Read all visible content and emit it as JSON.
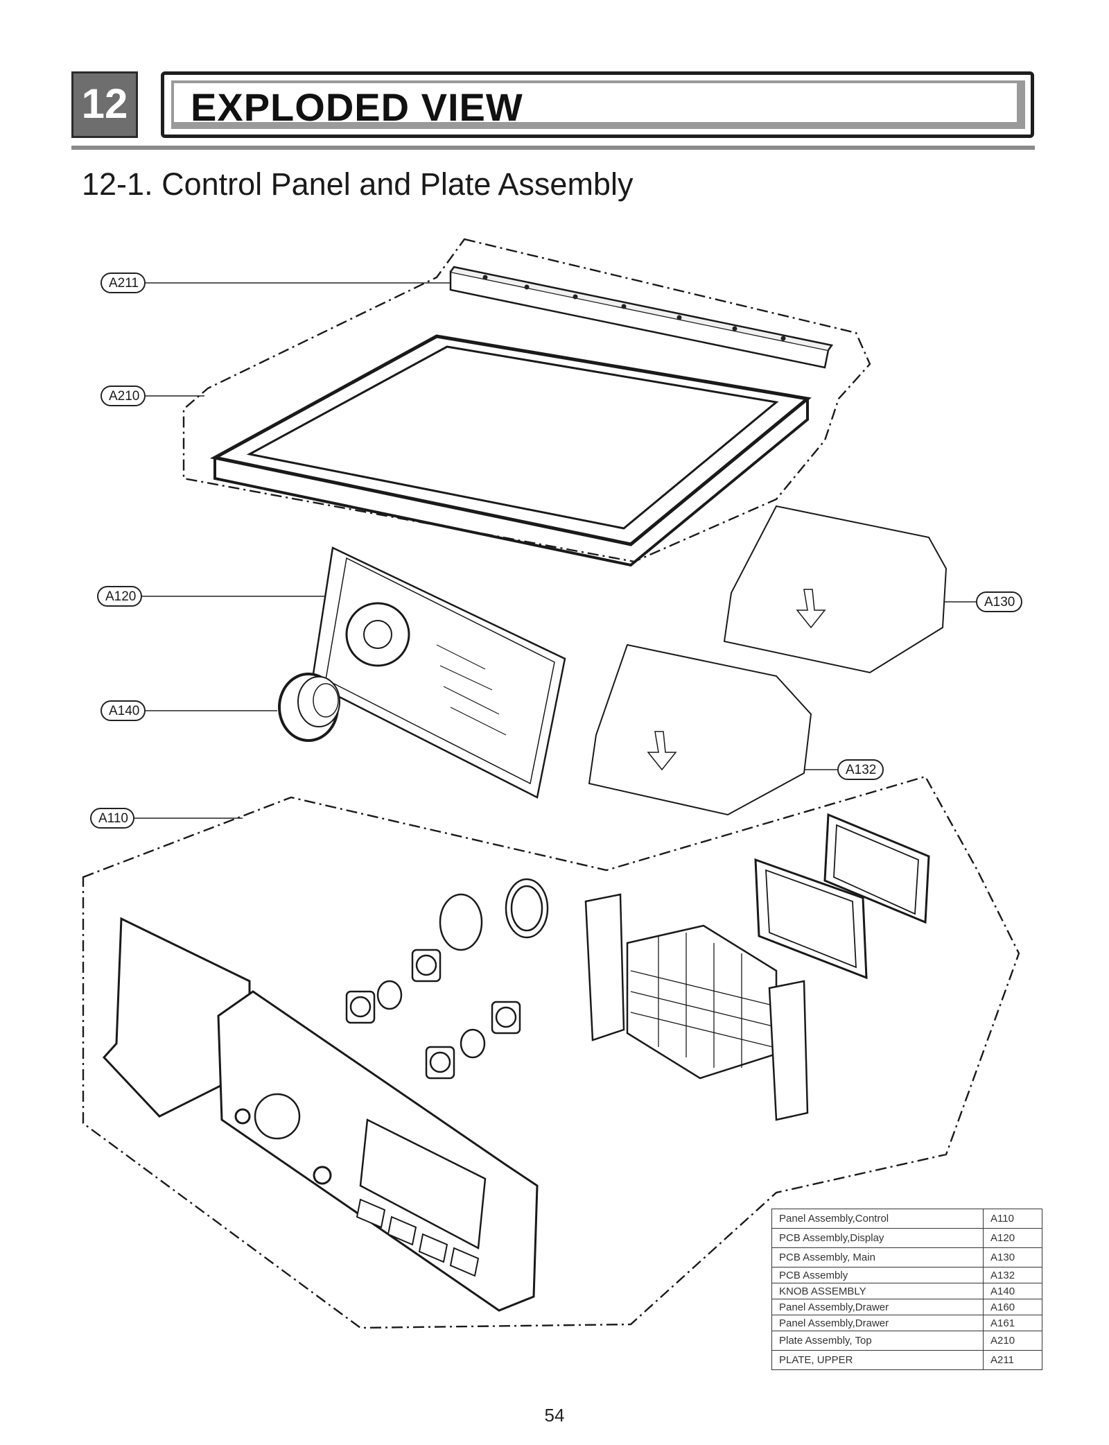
{
  "header": {
    "chapter_number": "12",
    "title": "EXPLODED VIEW"
  },
  "section": {
    "subtitle": "12-1. Control Panel and Plate Assembly"
  },
  "callouts": [
    "A211",
    "A210",
    "A120",
    "A140",
    "A110",
    "A130",
    "A132"
  ],
  "parts_table": [
    {
      "name": "Panel Assembly,Control",
      "code": "A110"
    },
    {
      "name": "PCB Assembly,Display",
      "code": "A120"
    },
    {
      "name": "PCB Assembly, Main",
      "code": "A130"
    },
    {
      "name": "PCB Assembly",
      "code": "A132"
    },
    {
      "name": "KNOB ASSEMBLY",
      "code": "A140"
    },
    {
      "name": "Panel Assembly,Drawer",
      "code": "A160"
    },
    {
      "name": "Panel Assembly,Drawer",
      "code": "A161"
    },
    {
      "name": "Plate Assembly, Top",
      "code": "A210"
    },
    {
      "name": "PLATE, UPPER",
      "code": "A211"
    }
  ],
  "footer": {
    "page_number": "54"
  }
}
